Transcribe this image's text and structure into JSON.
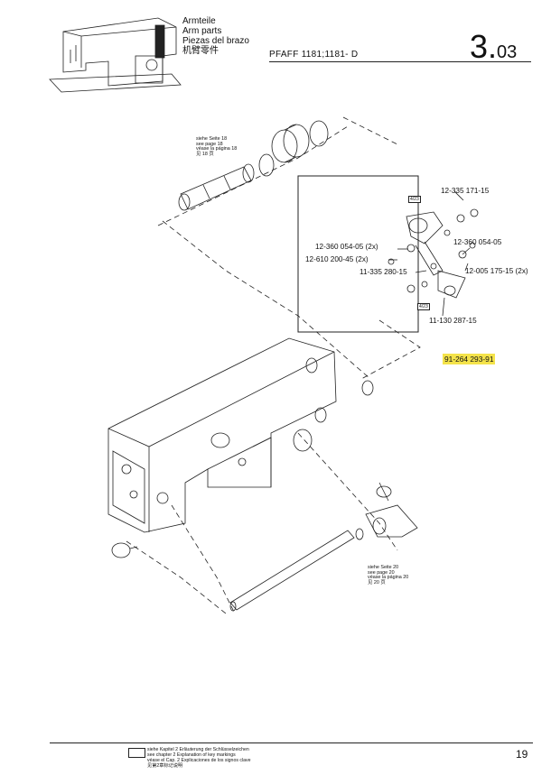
{
  "header": {
    "title_de": "Armteile",
    "title_en": "Arm parts",
    "title_es": "Piezas del brazo",
    "title_zh": "机臂零件",
    "model": "PFAFF 1181;1181- D",
    "section_main": "3.",
    "section_sub": "03"
  },
  "refs": {
    "page18": [
      "siehe Seite 18",
      "see page 18",
      "véase la página 18",
      "见 18 页"
    ],
    "page20": [
      "siehe Seite 20",
      "see page 20",
      "véase la página 20",
      "见 20 页"
    ]
  },
  "tags": {
    "tag1": "4/23",
    "tag2": "4/23"
  },
  "parts": {
    "p1": "12-335 171-15",
    "p2": "12-360 054-05 (2x)",
    "p3": "12-360 054-05",
    "p4": "12-610 200-45 (2x)",
    "p5": "11-335 280-15",
    "p6": "12-005 175-15 (2x)",
    "p7": "11-130 287-15",
    "assembly": "91-264 293-91"
  },
  "footer": {
    "legend": [
      "siehe Kapitel 2 Erläuterung der Schlüsselzeichen",
      "see chapter 2 Explanation of key markings",
      "véase el Cap. 2 Explicaciones de los signos clave",
      "见第2章标记说明"
    ],
    "page_number": "19"
  }
}
